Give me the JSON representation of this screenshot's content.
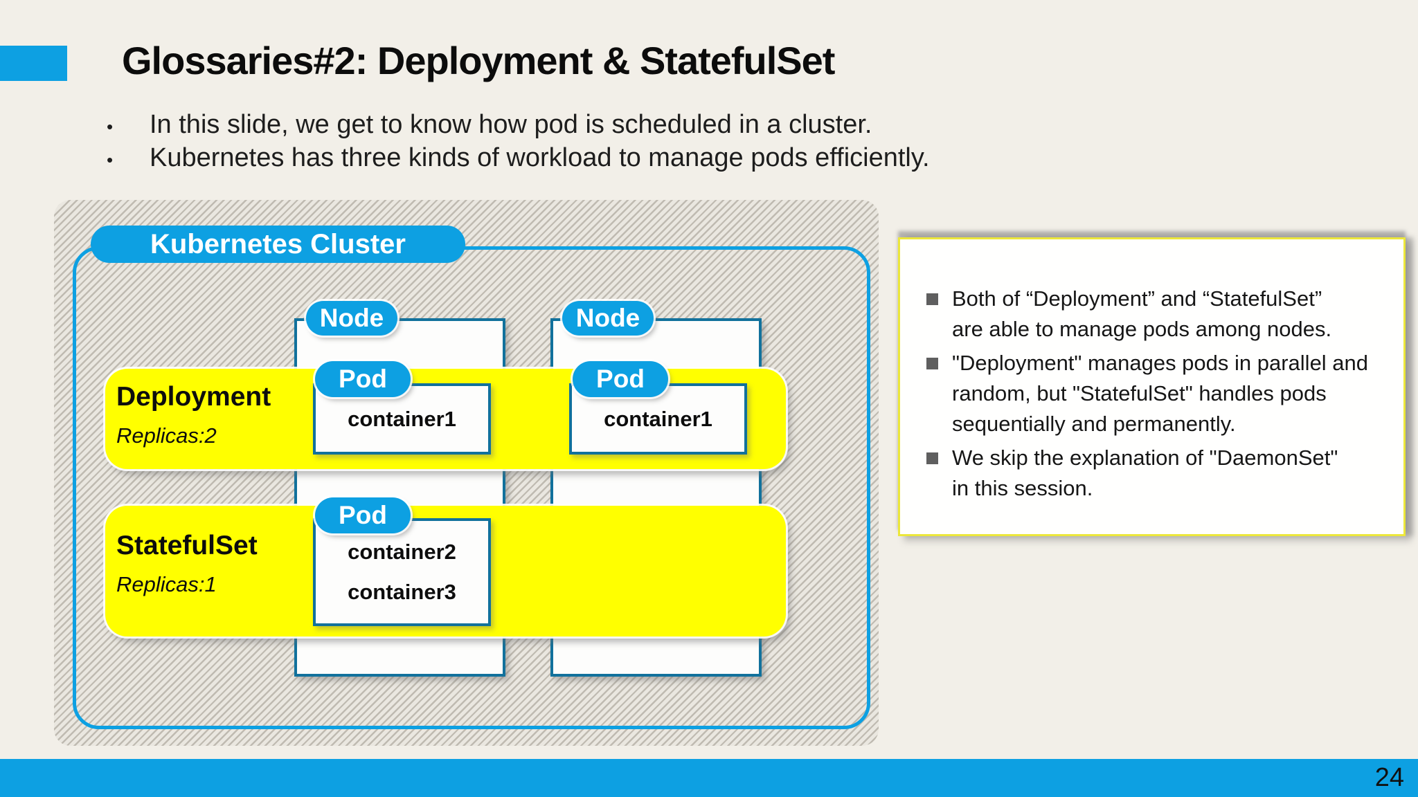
{
  "slide": {
    "title": "Glossaries#2: Deployment & StatefulSet",
    "page_number": "24",
    "intro_bullets": [
      "In this slide, we get to know how pod is scheduled in a cluster.",
      "Kubernetes has three kinds of workload to manage pods efficiently."
    ]
  },
  "diagram": {
    "cluster_label": "Kubernetes Cluster",
    "nodes": [
      {
        "label": "Node"
      },
      {
        "label": "Node"
      }
    ],
    "workloads": [
      {
        "name": "Deployment",
        "replicas": "Replicas:2",
        "pods": [
          {
            "label": "Pod",
            "containers": [
              "container1"
            ]
          },
          {
            "label": "Pod",
            "containers": [
              "container1"
            ]
          }
        ]
      },
      {
        "name": "StatefulSet",
        "replicas": "Replicas:1",
        "pods": [
          {
            "label": "Pod",
            "containers": [
              "container2",
              "container3"
            ]
          }
        ]
      }
    ]
  },
  "notes": {
    "bullets": [
      {
        "lines": [
          "Both of “Deployment” and “StatefulSet”",
          "are able to manage pods among nodes."
        ]
      },
      {
        "lines": [
          "\"Deployment\" manages pods in parallel and",
          "random, but \"StatefulSet\" handles pods",
          "sequentially and permanently."
        ]
      },
      {
        "lines": [
          "We skip the explanation of \"DaemonSet\"",
          "in this session."
        ]
      }
    ]
  },
  "colors": {
    "accent_blue": "#0da0e2",
    "node_border": "#11719c",
    "band_yellow": "#ffff00",
    "note_border": "#ece73b"
  }
}
